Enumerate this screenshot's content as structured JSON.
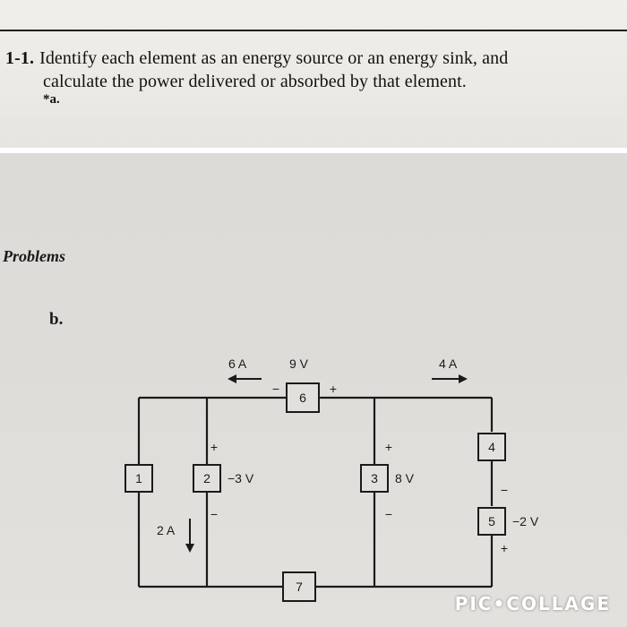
{
  "problem": {
    "number": "1-1.",
    "line1": "Identify each element as an energy source or an energy sink, and",
    "line2": "calculate the power delivered or absorbed by that element.",
    "part_a": "*a."
  },
  "section": {
    "heading": "Problems",
    "part_b": "b."
  },
  "circuit": {
    "current_top_left": "6 A",
    "voltage_top": "9 V",
    "current_top_right": "4 A",
    "current_left": "2 A",
    "element_1": "1",
    "element_2": "2",
    "element_3": "3",
    "element_4": "4",
    "element_5": "5",
    "element_6": "6",
    "element_7": "7",
    "voltage_2": "−3 V",
    "voltage_3": "8 V",
    "voltage_5": "−2 V",
    "plus": "+",
    "minus": "−"
  },
  "watermark": "PIC•COLLAGE"
}
